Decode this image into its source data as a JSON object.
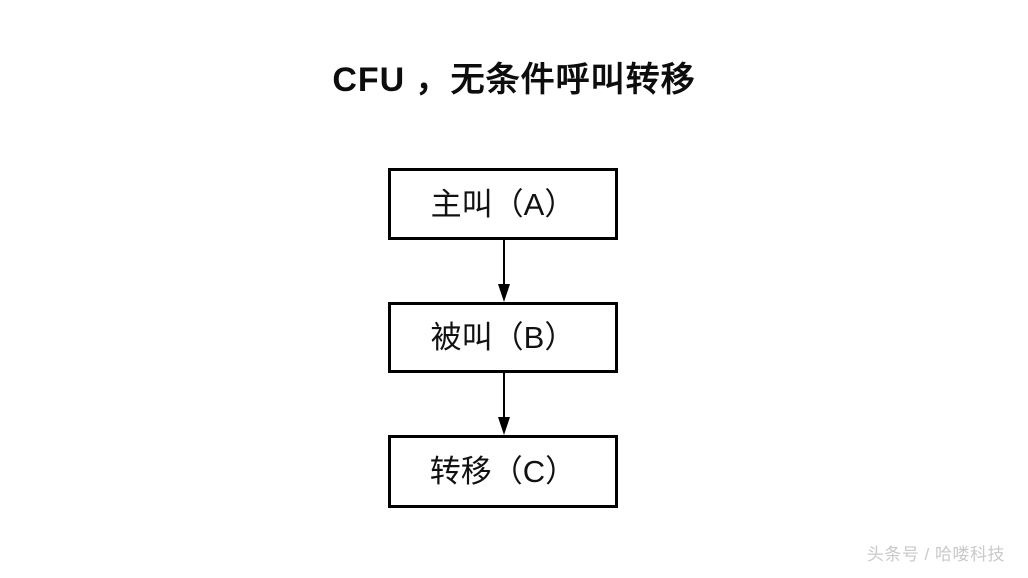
{
  "slide": {
    "background_color": "#ffffff",
    "title": "CFU ，无条件呼叫转移",
    "title_color": "#0d0d0d"
  },
  "diagram": {
    "type": "flowchart",
    "orientation": "vertical",
    "border_color": "#000000",
    "fill_color": "#ffffff",
    "arrow_color": "#000000",
    "nodes": [
      {
        "id": "caller",
        "label": "主叫（A）"
      },
      {
        "id": "callee",
        "label": "被叫（B）"
      },
      {
        "id": "forwarded",
        "label": "转移（C）"
      }
    ],
    "arrows": [
      {
        "from": "caller",
        "to": "callee",
        "direction": "down"
      },
      {
        "from": "callee",
        "to": "forwarded",
        "direction": "down"
      }
    ]
  },
  "watermark": {
    "text": "头条号 / 哈喽科技",
    "color": "#c9c9c9"
  }
}
